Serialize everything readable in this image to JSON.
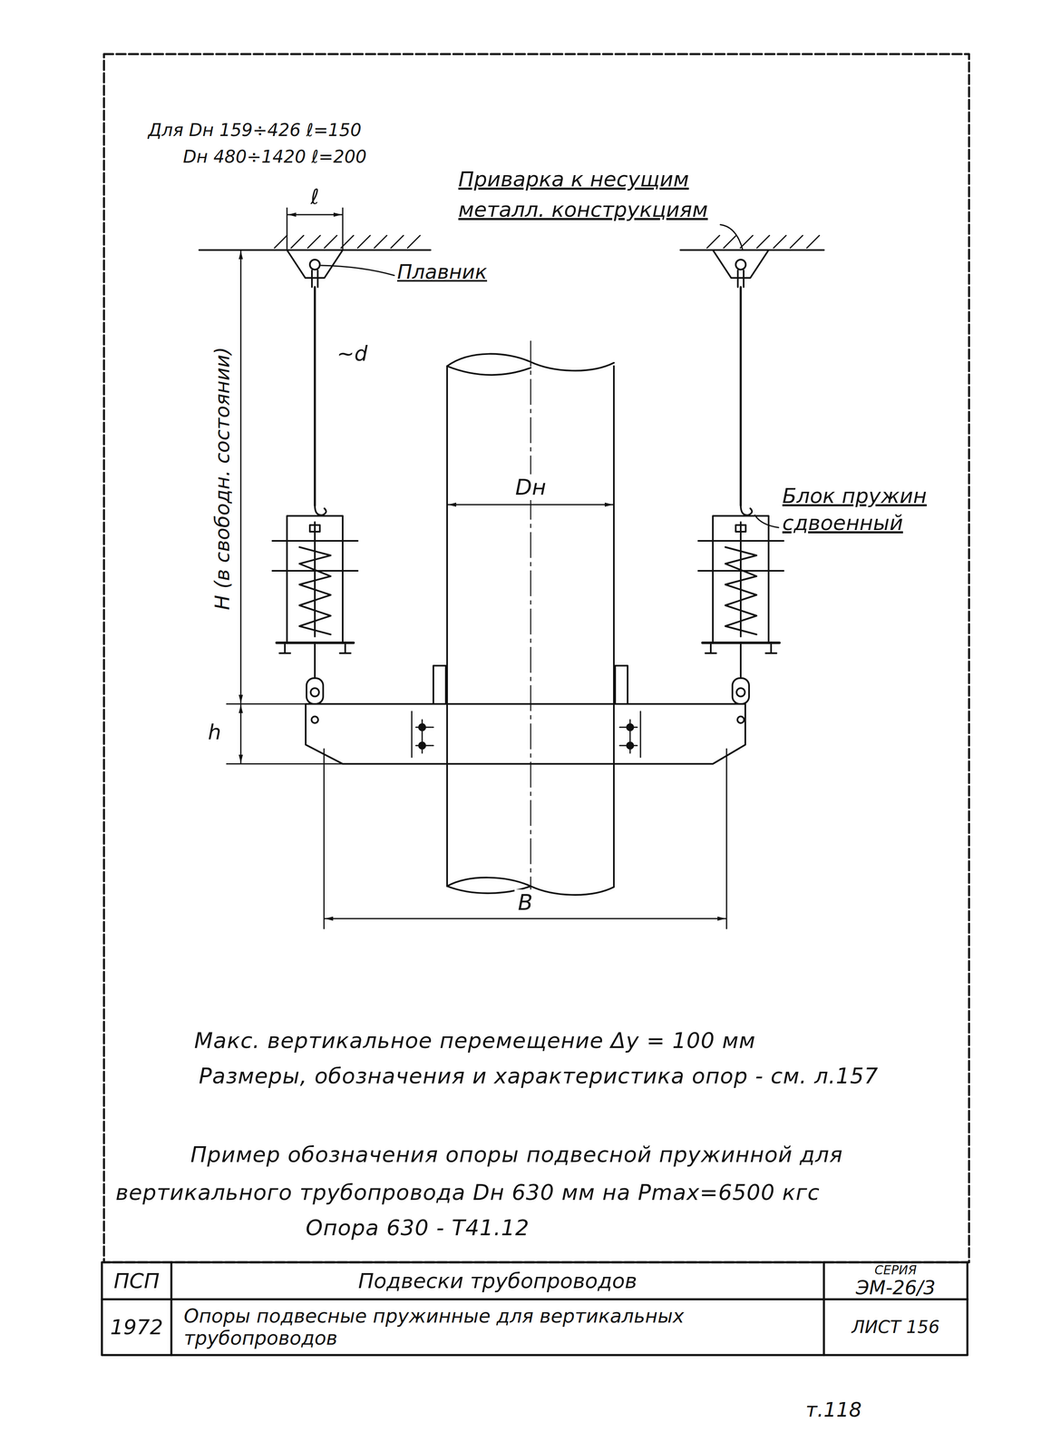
{
  "diagram": {
    "labels": [
      "Для Dн 159÷426 ℓ=150",
      "Dн 480÷1420 ℓ=200",
      "Приварка к несущим металл. конструкциям",
      "ℓ",
      "Плавник",
      "H (в свободн. состоянии)",
      "~d",
      "Dн",
      "Блок пружин сдвоенный",
      "h",
      "B",
      "Макс. вертикальное перемещение Δy = 100 мм",
      "Размеры, обозначения и характеристика опор - см. л.157",
      "Пример обозначения опоры подвесной пружинной для вертикального трубопровода Dн 630 мм на Pmax=6500 кгс",
      "Опора 630 - Т41.12",
      "ПСП",
      "1972",
      "Подвески трубопроводов",
      "Опоры подвесные пружинные для вертикальных трубопроводов",
      "СЕРИЯ",
      "ЭМ-26/3",
      "ЛИСТ 156",
      "т.118"
    ]
  }
}
